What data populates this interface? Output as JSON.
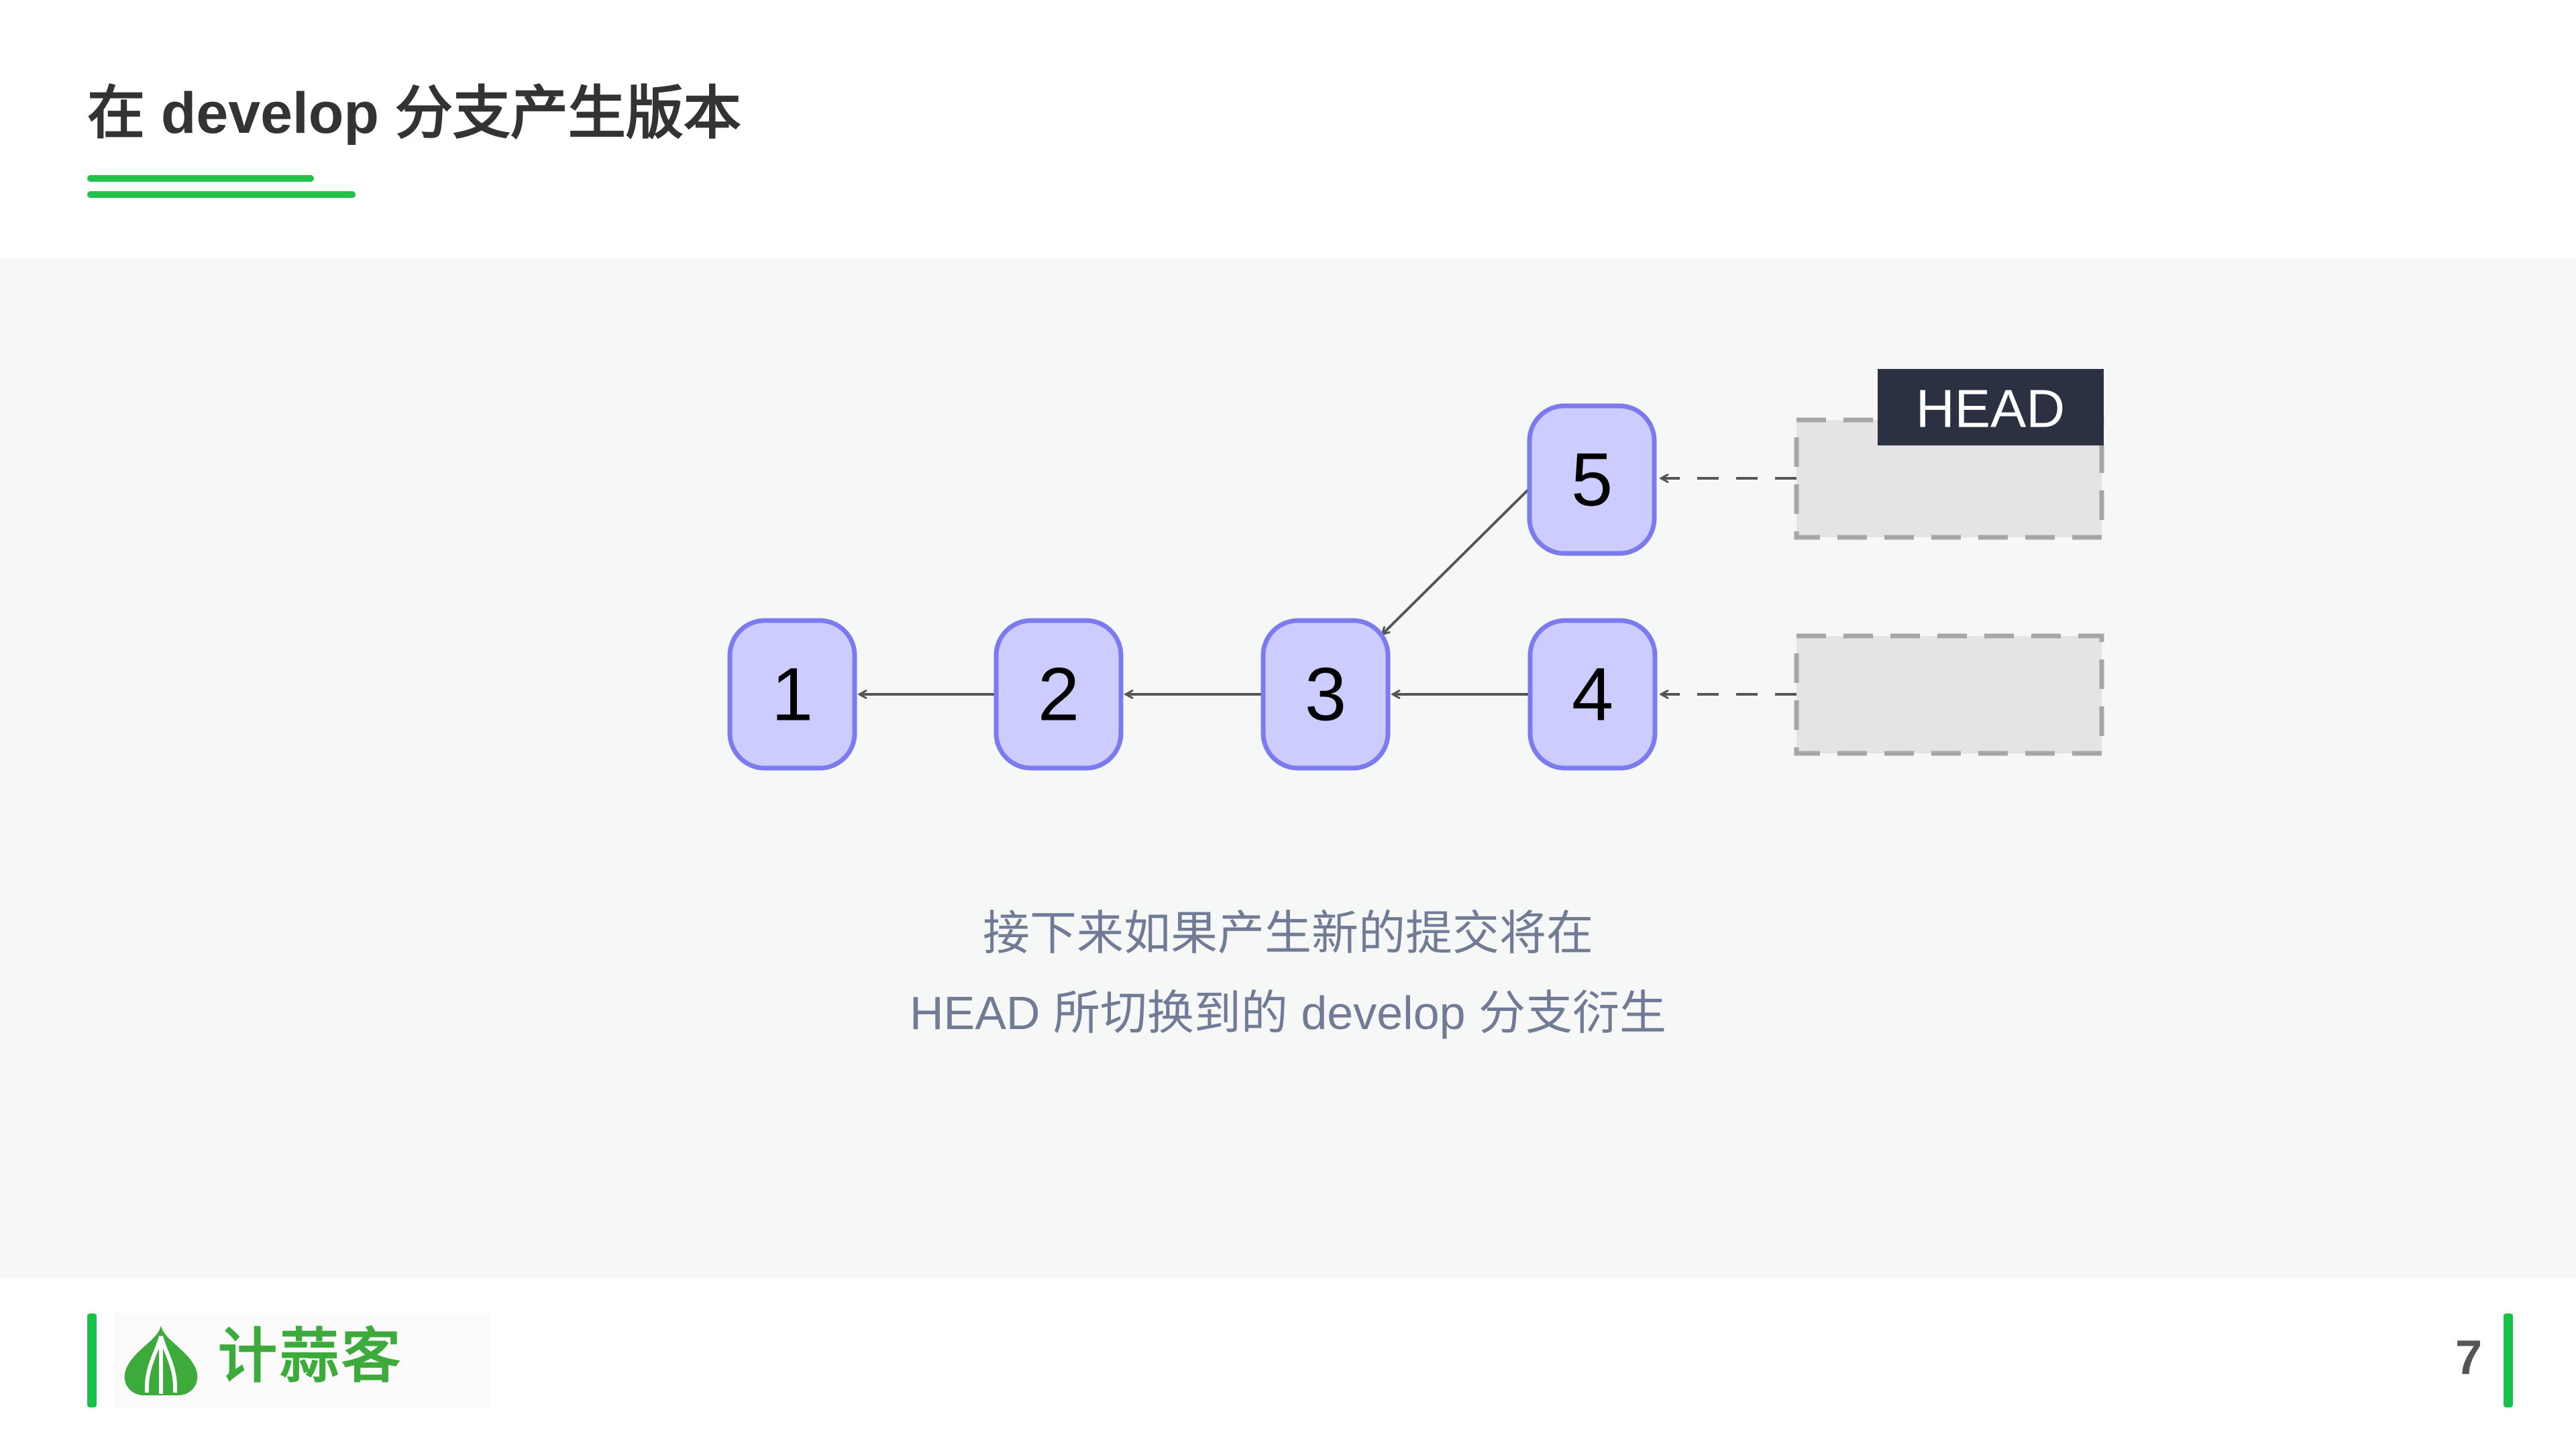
{
  "slide": {
    "title": "在 develop 分支产生版本",
    "page_number": "7"
  },
  "brand": {
    "name": "计蒜客",
    "logo_icon": "garlic-logo-icon",
    "accent_color": "#22c24a",
    "logo_color": "#3dab3b"
  },
  "diagram": {
    "commits": [
      {
        "id": "c1",
        "label": "1"
      },
      {
        "id": "c2",
        "label": "2"
      },
      {
        "id": "c3",
        "label": "3"
      },
      {
        "id": "c4",
        "label": "4"
      },
      {
        "id": "c5",
        "label": "5"
      }
    ],
    "parent_links": [
      {
        "from": "c2",
        "to": "c1"
      },
      {
        "from": "c3",
        "to": "c2"
      },
      {
        "from": "c4",
        "to": "c3"
      },
      {
        "from": "c5",
        "to": "c3"
      }
    ],
    "branch_pointers": [
      {
        "id": "branch-top",
        "points_to": "c5",
        "label": ""
      },
      {
        "id": "branch-bottom",
        "points_to": "c4",
        "label": ""
      }
    ],
    "head": {
      "label": "HEAD",
      "attached_to": "branch-top"
    },
    "colors": {
      "commit_fill": "#ccccff",
      "commit_stroke": "#7b7bef",
      "arrow": "#555555",
      "pointer_fill": "#e4e4e4",
      "pointer_stroke": "#a6a6a6",
      "head_fill": "#2b3140"
    }
  },
  "caption": {
    "line1": "接下来如果产生新的提交将在",
    "line2": "HEAD 所切换到的 develop 分支衍生"
  }
}
